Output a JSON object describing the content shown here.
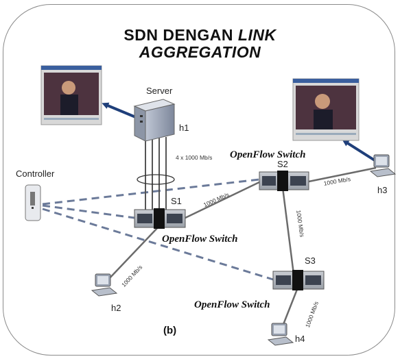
{
  "title": {
    "line1": "SDN DENGAN ",
    "line1_em": "LINK",
    "line2": "AGGREGATION"
  },
  "nodes": {
    "server_label": "Server",
    "h1": "h1",
    "h2": "h2",
    "h3": "h3",
    "h4": "h4",
    "s1": "S1",
    "s2": "S2",
    "s3": "S3",
    "controller": "Controller"
  },
  "switch_labels": {
    "s2": "OpenFlow Switch",
    "s1": "OpenFlow Switch",
    "s3": "OpenFlow Switch"
  },
  "link_speeds": {
    "server_s1": "4 x 1000 Mb/s",
    "s1_s2": "1000 Mb/s",
    "s2_h3": "1000 Mb/s",
    "s2_s3": "1000 Mb/s",
    "s1_h2": "1000 Mb/s",
    "s3_h4": "1000 Mb/s"
  },
  "figure_label": "(b)",
  "colors": {
    "arrow": "#1f3f7a",
    "link": "#6b6b6b",
    "dashed": "#6b7a99"
  },
  "icons": [
    "server-icon",
    "controller-icon",
    "switch-icon",
    "host-computer-icon",
    "video-player-screenshot"
  ]
}
